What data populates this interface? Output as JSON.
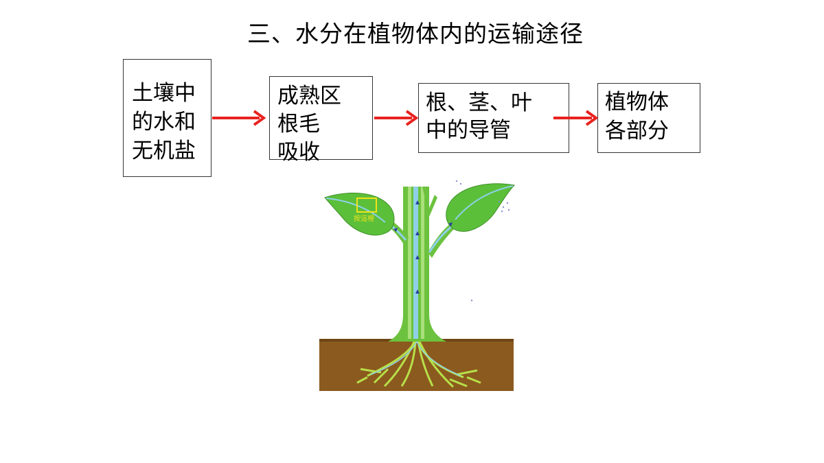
{
  "title": "三、水分在植物体内的运输途径",
  "boxes": [
    {
      "lines": [
        "土壤中",
        "的水和",
        "无机盐"
      ]
    },
    {
      "lines": [
        "成熟区",
        "根毛",
        "吸收"
      ]
    },
    {
      "lines": [
        "根、茎、叶",
        "中的导管"
      ]
    },
    {
      "lines": [
        "植物体",
        "各部分"
      ]
    }
  ],
  "image": {
    "label": "按這裡"
  },
  "colors": {
    "arrow": "#e8231f",
    "soil": "#8b5a1e",
    "leaf": "#5bbf3a",
    "vessel": "#8fd0e8"
  }
}
